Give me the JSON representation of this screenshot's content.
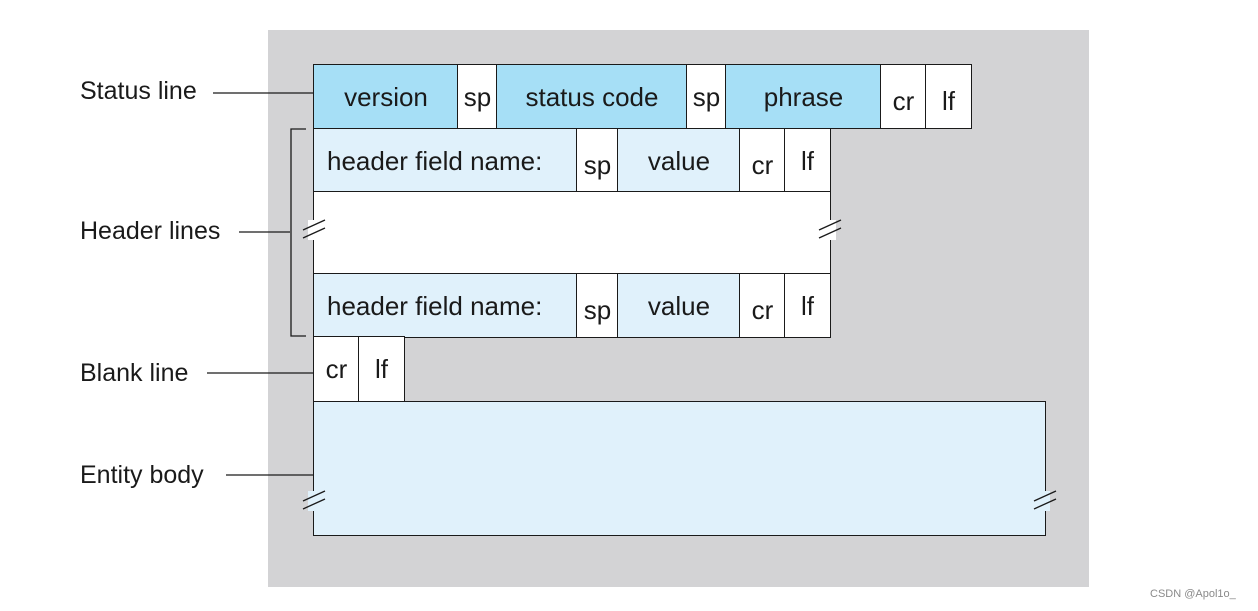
{
  "labels": {
    "status_line": "Status line",
    "header_lines": "Header lines",
    "blank_line": "Blank line",
    "entity_body": "Entity body"
  },
  "status_line": {
    "version": "version",
    "sp1": "sp",
    "status_code": "status code",
    "sp2": "sp",
    "phrase": "phrase",
    "cr": "cr",
    "lf": "lf"
  },
  "header_line_1": {
    "field_name": "header field name:",
    "sp": "sp",
    "value": "value",
    "cr": "cr",
    "lf": "lf"
  },
  "header_line_2": {
    "field_name": "header field name:",
    "sp": "sp",
    "value": "value",
    "cr": "cr",
    "lf": "lf"
  },
  "blank_line": {
    "cr": "cr",
    "lf": "lf"
  },
  "watermark": "CSDN @Apol1o_",
  "colors": {
    "panel_gray": "#d3d3d5",
    "status_blue": "#a6dff6",
    "light_blue": "#e0f1fb",
    "outline": "#1a1a1a"
  }
}
